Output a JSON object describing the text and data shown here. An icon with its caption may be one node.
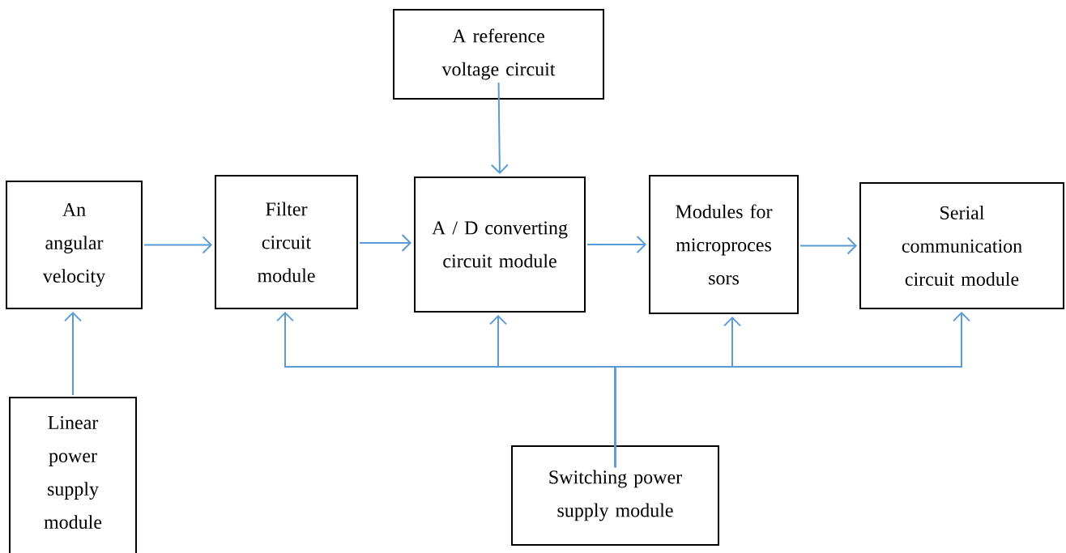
{
  "diagram": {
    "nodes": [
      {
        "text": [
          "A reference voltage circuit"
        ]
      },
      {
        "text": [
          "An angular velocity"
        ]
      },
      {
        "text": [
          "Filter circuit module"
        ]
      },
      {
        "text": [
          "A / D converting circuit module"
        ]
      },
      {
        "text": [
          "Modules for microproces sors"
        ]
      },
      {
        "text": [
          "Serial communication circuit module"
        ]
      },
      {
        "text": [
          "Linear power supply module"
        ]
      },
      {
        "text": [
          "Switching power supply module"
        ]
      }
    ],
    "edges": [
      {
        "from": 0,
        "to": 3,
        "arrow": "to"
      },
      {
        "from": 1,
        "to": 2,
        "arrow": "to"
      },
      {
        "from": 2,
        "to": 3,
        "arrow": "to"
      },
      {
        "from": 3,
        "to": 4,
        "arrow": "to"
      },
      {
        "from": 4,
        "to": 5,
        "arrow": "to"
      },
      {
        "from": 6,
        "to": 1,
        "arrow": "to"
      },
      {
        "from": 7,
        "to": 2,
        "arrow": "to"
      },
      {
        "from": 7,
        "to": 3,
        "arrow": "to"
      },
      {
        "from": 7,
        "to": 4,
        "arrow": "to"
      },
      {
        "from": 7,
        "to": 5,
        "arrow": "to"
      }
    ]
  }
}
